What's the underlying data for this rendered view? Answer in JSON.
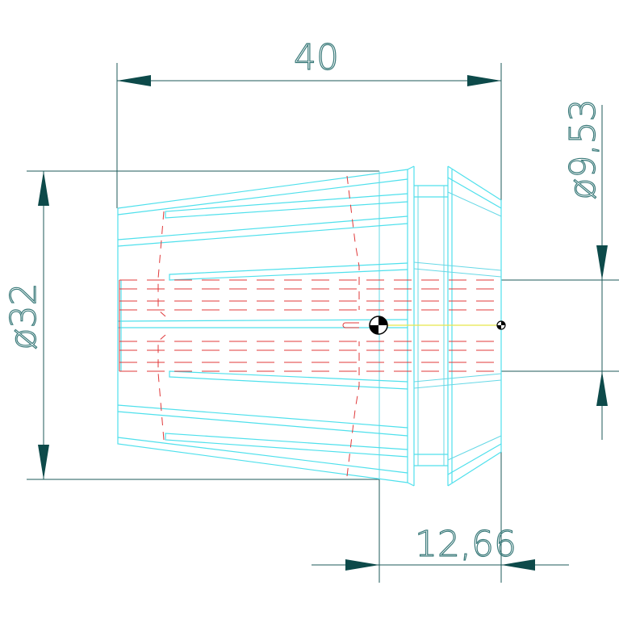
{
  "dimensions": {
    "length": "40",
    "outer_diameter": "ø32",
    "bore_diameter": "ø9,53",
    "nose_length": "12,66"
  },
  "colors": {
    "outline": "#4fe0ec",
    "hidden": "#e0393a",
    "dimension": "#1e5a5a",
    "axis": "#e8e84a"
  }
}
